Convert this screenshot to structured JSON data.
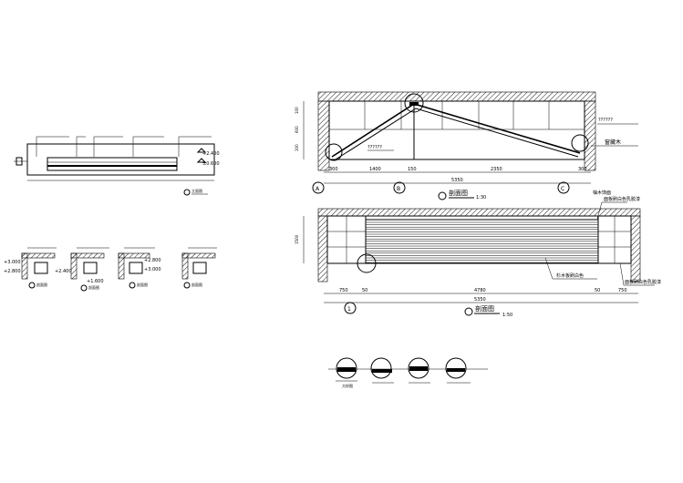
{
  "upper_section": {
    "title": "剖面图",
    "scale": "1:30",
    "notes": {
      "top_right": "??????",
      "right_label": "窗藏木"
    },
    "dims_bottom": [
      "300",
      "1400",
      "150",
      "2350",
      "300"
    ],
    "dim_total": "5350",
    "dims_left": [
      "100",
      "600",
      "100"
    ],
    "axis_marks": [
      "A",
      "B",
      "C"
    ]
  },
  "lower_section": {
    "title": "剖面图",
    "scale": "1:50",
    "labels": [
      "柚木饰面",
      "面板刷白色乳胶漆",
      "杉木板刷白色",
      "面板刷白色乳胶漆"
    ],
    "dims_bottom": [
      "750",
      "50",
      "4780",
      "50",
      "750"
    ],
    "dim_total": "5350",
    "dim_left": "1500",
    "axis_marks": [
      "1"
    ]
  },
  "left_elevation": {
    "levels": [
      "+2.400",
      "±0.600"
    ],
    "label": "立面图"
  },
  "left_details": {
    "levels": [
      "+3.000",
      "+2.800",
      "+2.400",
      "+1.600",
      "+2.800",
      "+3.000"
    ],
    "label": "剖面图"
  },
  "bottom_details": {
    "label": "大样图"
  }
}
